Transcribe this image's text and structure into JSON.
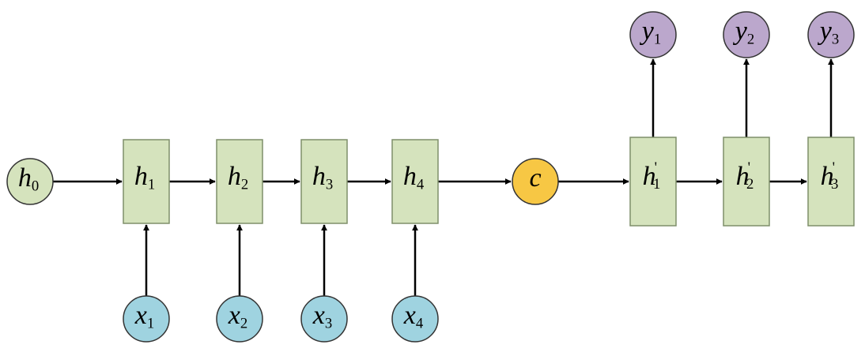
{
  "diagram": {
    "h0": {
      "base": "h",
      "sub": "0"
    },
    "encoder": [
      {
        "base": "h",
        "sub": "1"
      },
      {
        "base": "h",
        "sub": "2"
      },
      {
        "base": "h",
        "sub": "3"
      },
      {
        "base": "h",
        "sub": "4"
      }
    ],
    "inputs": [
      {
        "base": "x",
        "sub": "1"
      },
      {
        "base": "x",
        "sub": "2"
      },
      {
        "base": "x",
        "sub": "3"
      },
      {
        "base": "x",
        "sub": "4"
      }
    ],
    "context": {
      "base": "c"
    },
    "decoder": [
      {
        "base": "h",
        "sub": "1",
        "prime": "'"
      },
      {
        "base": "h",
        "sub": "2",
        "prime": "'"
      },
      {
        "base": "h",
        "sub": "3",
        "prime": "'"
      }
    ],
    "outputs": [
      {
        "base": "y",
        "sub": "1"
      },
      {
        "base": "y",
        "sub": "2"
      },
      {
        "base": "y",
        "sub": "3"
      }
    ],
    "colors": {
      "box_fill": "#d5e3bd",
      "box_stroke": "#7f8f6a",
      "h0_fill": "#d5e3bd",
      "input_fill": "#9fd3e0",
      "context_fill": "#f7c744",
      "output_fill": "#bba7cc",
      "line": "#000000"
    }
  }
}
